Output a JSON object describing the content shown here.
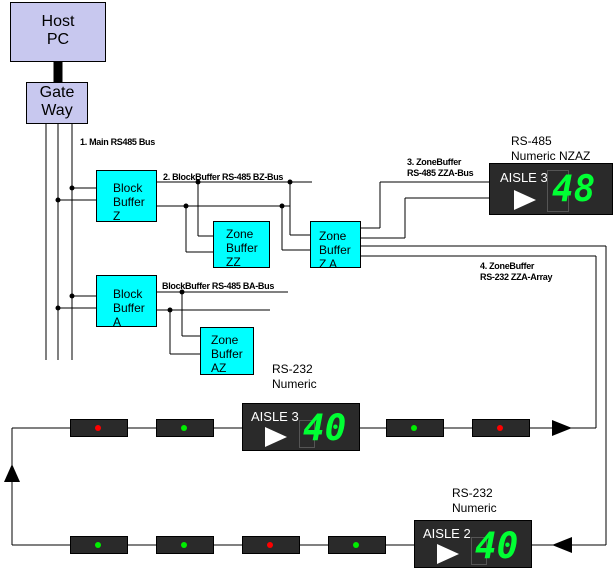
{
  "nodes": {
    "host_pc": [
      "Host",
      "PC"
    ],
    "gateway": [
      "Gate",
      "Way"
    ],
    "block_buffer_z": [
      "Block",
      "Buffer",
      "Z"
    ],
    "zone_buffer_zz": [
      "Zone",
      "Buffer",
      "ZZ"
    ],
    "zone_buffer_za": [
      "Zone",
      "Buffer",
      "Z A"
    ],
    "block_buffer_a": [
      "Block",
      "Buffer",
      "A"
    ],
    "zone_buffer_az": [
      "Zone",
      "Buffer",
      "AZ"
    ]
  },
  "bus_labels": {
    "main": "1. Main RS485 Bus",
    "bz": "2. BlockBuffer RS-485  BZ-Bus",
    "zza": [
      "3. ZoneBuffer",
      "RS-485 ZZA-Bus"
    ],
    "zza_array": [
      "4. ZoneBuffer",
      "RS-232 ZZA-Array"
    ],
    "ba": "BlockBuffer RS-485 BA-Bus"
  },
  "captions": {
    "nzaz": [
      "RS-485",
      "Numeric NZAZ"
    ],
    "rs232_top": [
      "RS-232",
      "Numeric"
    ],
    "rs232_bottom": [
      "RS-232",
      "Numeric"
    ]
  },
  "displays": {
    "top_right": {
      "title": "AISLE 3",
      "digits": "48"
    },
    "middle": {
      "title": "AISLE 3",
      "digits": "40"
    },
    "bottom": {
      "title": "AISLE 2",
      "digits": "40"
    }
  },
  "colors": {
    "host": "#c8c8ef",
    "buffer": "#00ffff",
    "led_red": "#ff0000",
    "led_green": "#00ee00",
    "digits": "#00ff33"
  },
  "leds": {
    "top_row": [
      "red",
      "green",
      "green",
      "red"
    ],
    "bottom_row": [
      "green",
      "green",
      "red",
      "green"
    ]
  }
}
